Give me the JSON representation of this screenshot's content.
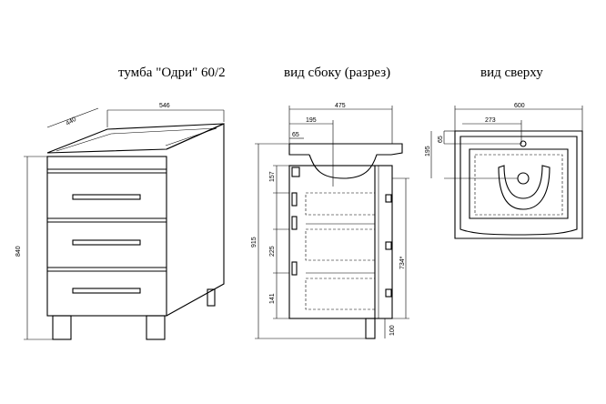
{
  "titles": {
    "front": "тумба \"Одри\" 60/2",
    "side": "вид сбоку (разрез)",
    "top": "вид сверху"
  },
  "front_dims": {
    "depth": "440",
    "width": "546",
    "height": "840"
  },
  "side_dims": {
    "overall_width": "475",
    "inner_offset": "195",
    "top_gap": "65",
    "total_height": "915",
    "drawer1": "157",
    "drawer2": "225",
    "drawer3": "141",
    "side_height": "734*",
    "leg": "100"
  },
  "top_dims": {
    "overall_width": "600",
    "center_offset": "273",
    "depth_offset": "195",
    "small_offset": "65"
  }
}
